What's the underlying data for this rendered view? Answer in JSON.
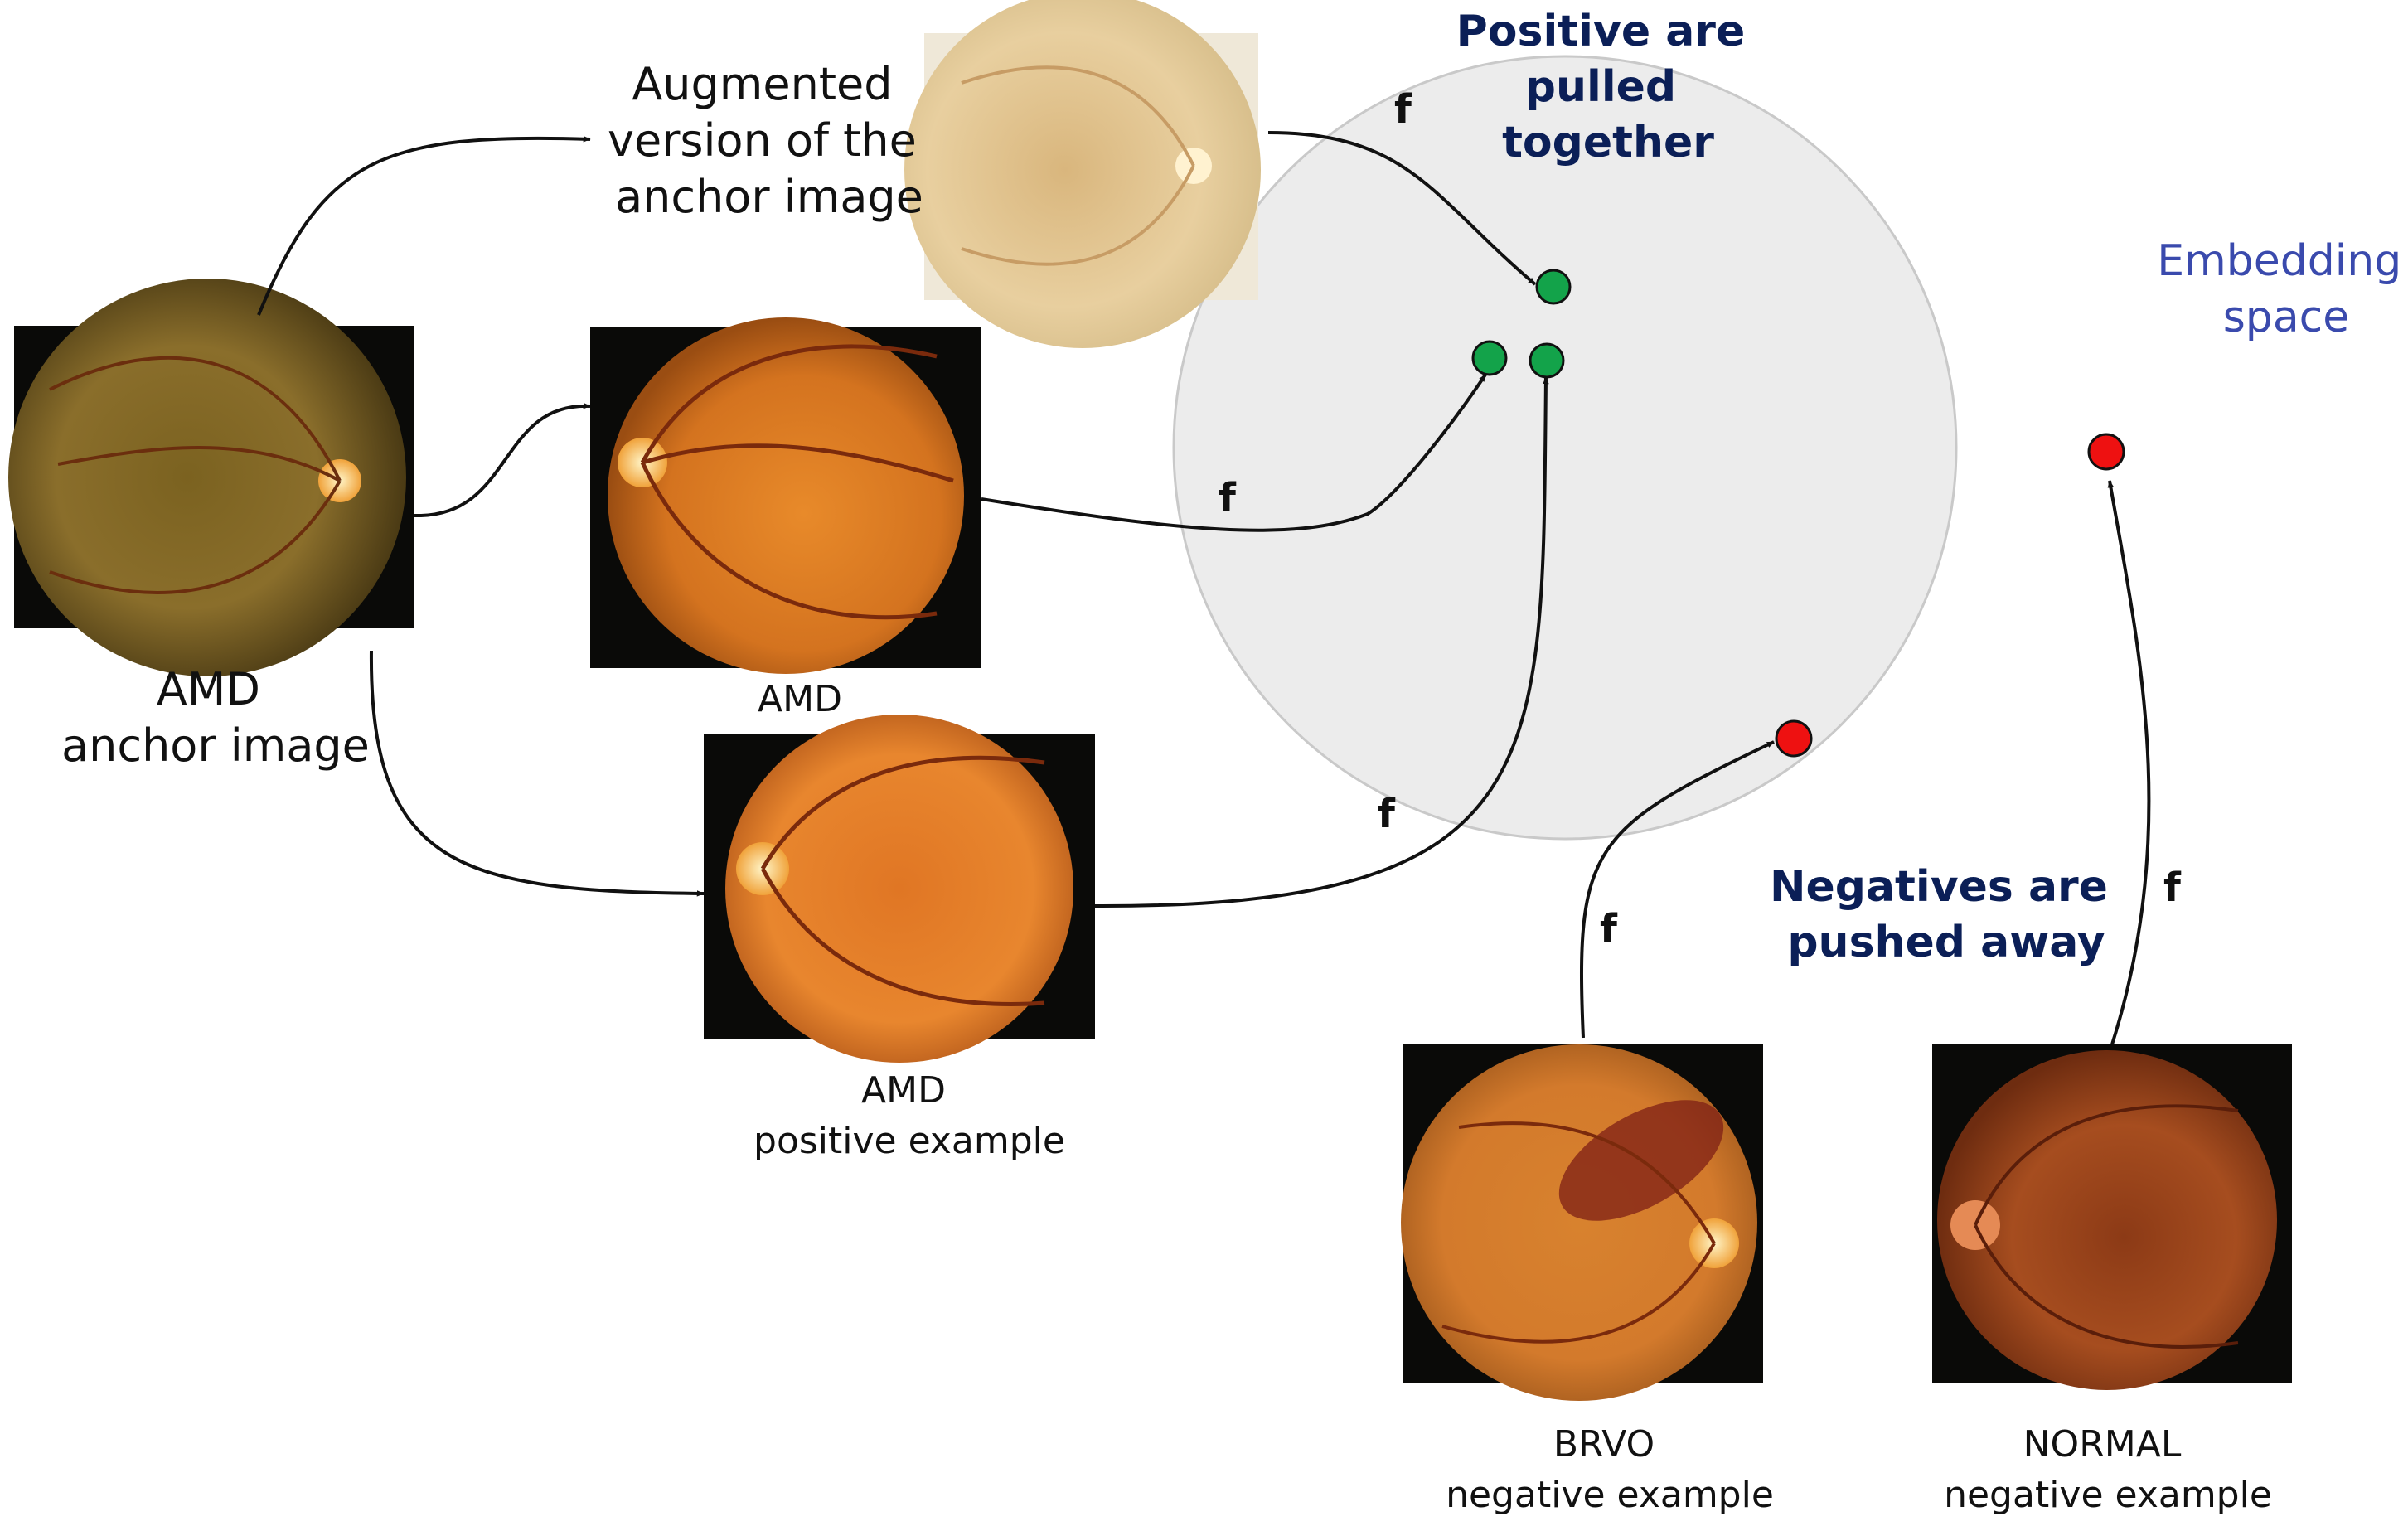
{
  "colors": {
    "heading": "#0b1f57",
    "embedding_label": "#3a4aad",
    "embedding_fill": "#ececec",
    "embedding_stroke": "#c9c9c9",
    "positive_point": "#13a34a",
    "negative_point": "#ee1111"
  },
  "labels": {
    "augmented": [
      "Augmented",
      "version of the",
      "anchor image"
    ],
    "anchor": [
      "AMD",
      "anchor image"
    ],
    "amd": "AMD",
    "positive": [
      "AMD",
      "positive example"
    ],
    "brvo": [
      "BRVO",
      "negative example"
    ],
    "normal": [
      "NORMAL",
      "negative example"
    ],
    "embedding": [
      "Embedding",
      "space"
    ],
    "pulled": [
      "Positive are",
      "pulled",
      "together"
    ],
    "pushed": [
      "Negatives are",
      "pushed away"
    ],
    "function": "f"
  },
  "images": [
    {
      "key": "anchor",
      "icon": "fundus-photo-amd-anchor"
    },
    {
      "key": "augmented",
      "icon": "fundus-photo-augmented"
    },
    {
      "key": "amd",
      "icon": "fundus-photo-amd"
    },
    {
      "key": "positive",
      "icon": "fundus-photo-amd-positive"
    },
    {
      "key": "brvo",
      "icon": "fundus-photo-brvo"
    },
    {
      "key": "normal",
      "icon": "fundus-photo-normal"
    }
  ]
}
